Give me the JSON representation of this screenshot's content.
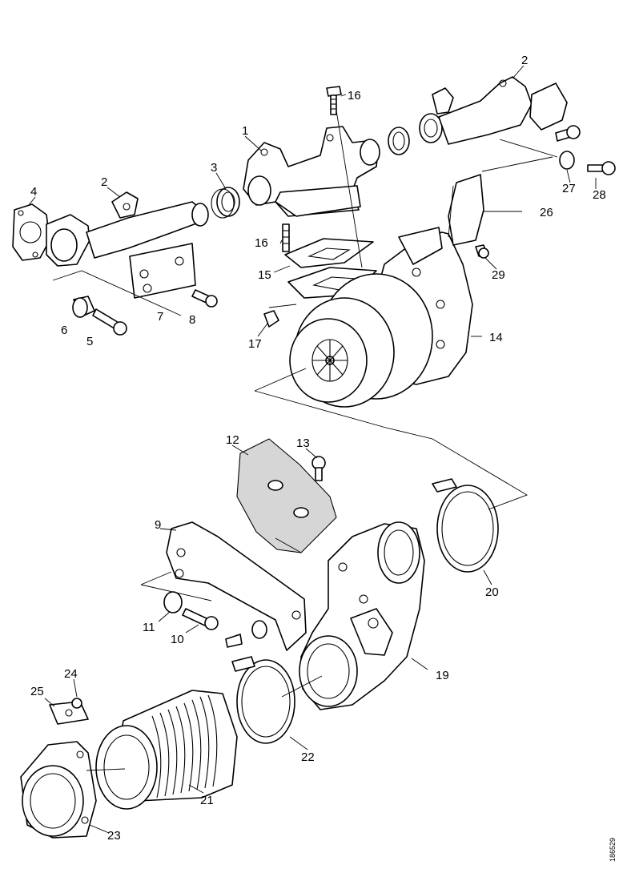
{
  "diagram": {
    "callouts": [
      "1",
      "2",
      "2",
      "3",
      "4",
      "5",
      "6",
      "7",
      "8",
      "9",
      "10",
      "11",
      "12",
      "13",
      "14",
      "15",
      "16",
      "16",
      "17",
      "19",
      "20",
      "21",
      "22",
      "23",
      "24",
      "25",
      "26",
      "27",
      "28",
      "29"
    ],
    "document_id": "186529"
  }
}
